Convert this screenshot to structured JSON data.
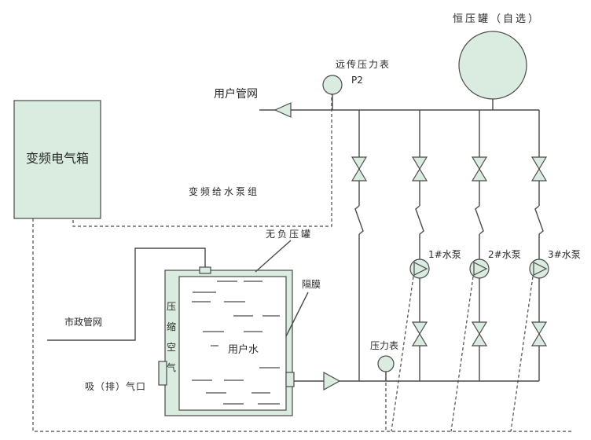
{
  "labels": {
    "vfd_box": "变频电气箱",
    "user_network": "用户管网",
    "remote_gauge": "远传压力表",
    "p2": "P2",
    "const_tank": "恒压罐（自选）",
    "pump_group": "变频给水泵组",
    "nonneg_tank": "无负压罐",
    "diaphragm": "隔膜",
    "municipal": "市政管网",
    "compressed_air": [
      "压",
      "缩",
      "空",
      "气"
    ],
    "user_water": "用户水",
    "vent": "吸（排）气口",
    "gauge": "压力表",
    "pump1": "1#水泵",
    "pump2": "2#水泵",
    "pump3": "3#水泵"
  },
  "colors": {
    "equipment_fill": "#d9ecdf",
    "line": "#4a4a4a"
  }
}
